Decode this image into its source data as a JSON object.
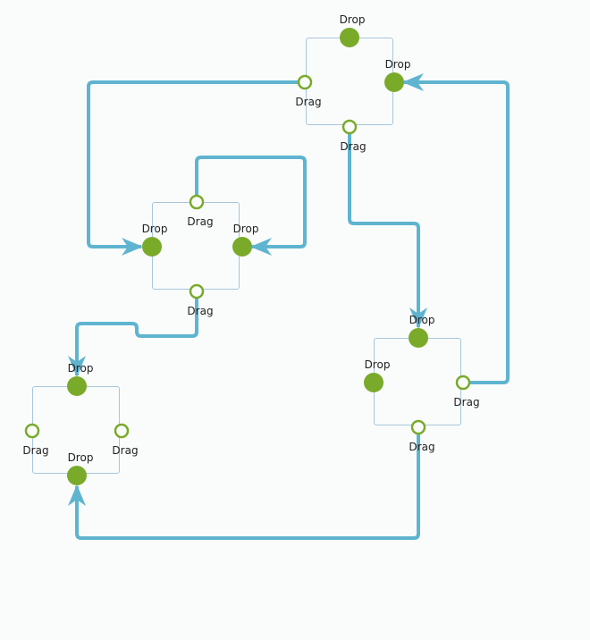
{
  "labels": {
    "drop": "Drop",
    "drag": "Drag"
  },
  "colors": {
    "connector": "#5fb4d0",
    "port": "#7aaa2a",
    "node_border": "#a7c6dc",
    "background": "#fafcfc"
  },
  "nodes": [
    {
      "id": "node-a",
      "ports": [
        "drop-top",
        "drop-right",
        "drag-left",
        "drag-bottom"
      ]
    },
    {
      "id": "node-b",
      "ports": [
        "drag-top",
        "drop-left",
        "drop-right",
        "drag-bottom"
      ]
    },
    {
      "id": "node-c",
      "ports": [
        "drop-top",
        "drag-left",
        "drag-right",
        "drop-bottom"
      ]
    },
    {
      "id": "node-d",
      "ports": [
        "drop-top",
        "drop-left",
        "drag-right",
        "drag-bottom"
      ]
    }
  ],
  "connections": [
    {
      "from": "node-a.drag-left",
      "to": "node-b.drop-left"
    },
    {
      "from": "node-b.drag-top",
      "to": "node-b.drop-right"
    },
    {
      "from": "node-a.drag-bottom",
      "to": "node-d.drop-top"
    },
    {
      "from": "node-d.drag-right",
      "to": "node-a.drop-right"
    },
    {
      "from": "node-b.drag-bottom",
      "to": "node-c.drop-top"
    },
    {
      "from": "node-d.drag-bottom",
      "to": "node-c.drop-bottom"
    }
  ]
}
